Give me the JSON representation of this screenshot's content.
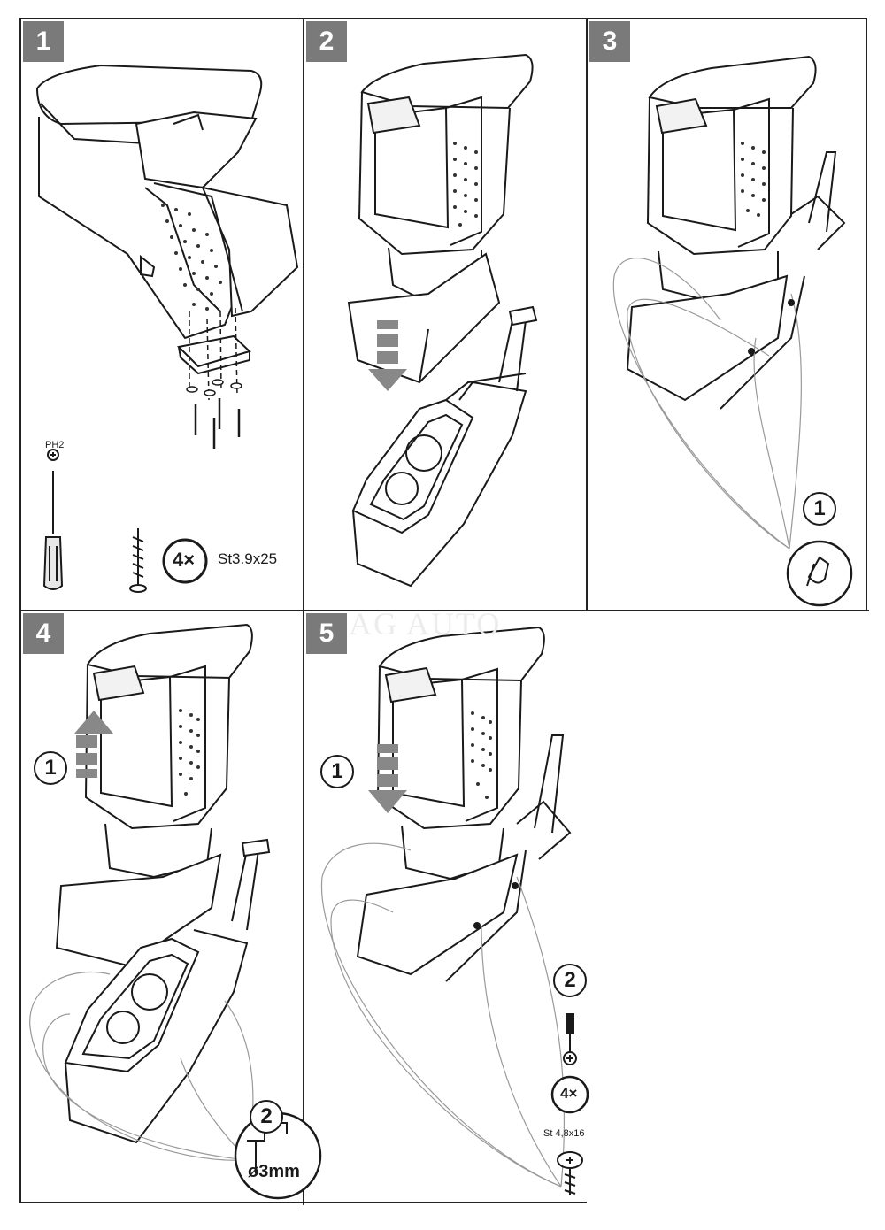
{
  "steps": [
    {
      "number": "1"
    },
    {
      "number": "2"
    },
    {
      "number": "3",
      "callouts": [
        "1"
      ]
    },
    {
      "number": "4",
      "callouts": [
        "1",
        "2"
      ],
      "drill": "ø3mm"
    },
    {
      "number": "5",
      "callouts": [
        "1",
        "2"
      ],
      "screw_count": "4×",
      "screw_spec": "St 4,8x16"
    }
  ],
  "step1": {
    "bit": "PH2",
    "screw_count": "4×",
    "screw_spec": "St3.9x25"
  },
  "watermark": "AG AUTO",
  "icons": [
    "screwdriver-icon",
    "screw-icon",
    "armrest-icon",
    "cupholder-icon",
    "gear-lever-icon",
    "arrow-icon",
    "drill-icon",
    "hand-icon",
    "phillips-bit-icon"
  ]
}
